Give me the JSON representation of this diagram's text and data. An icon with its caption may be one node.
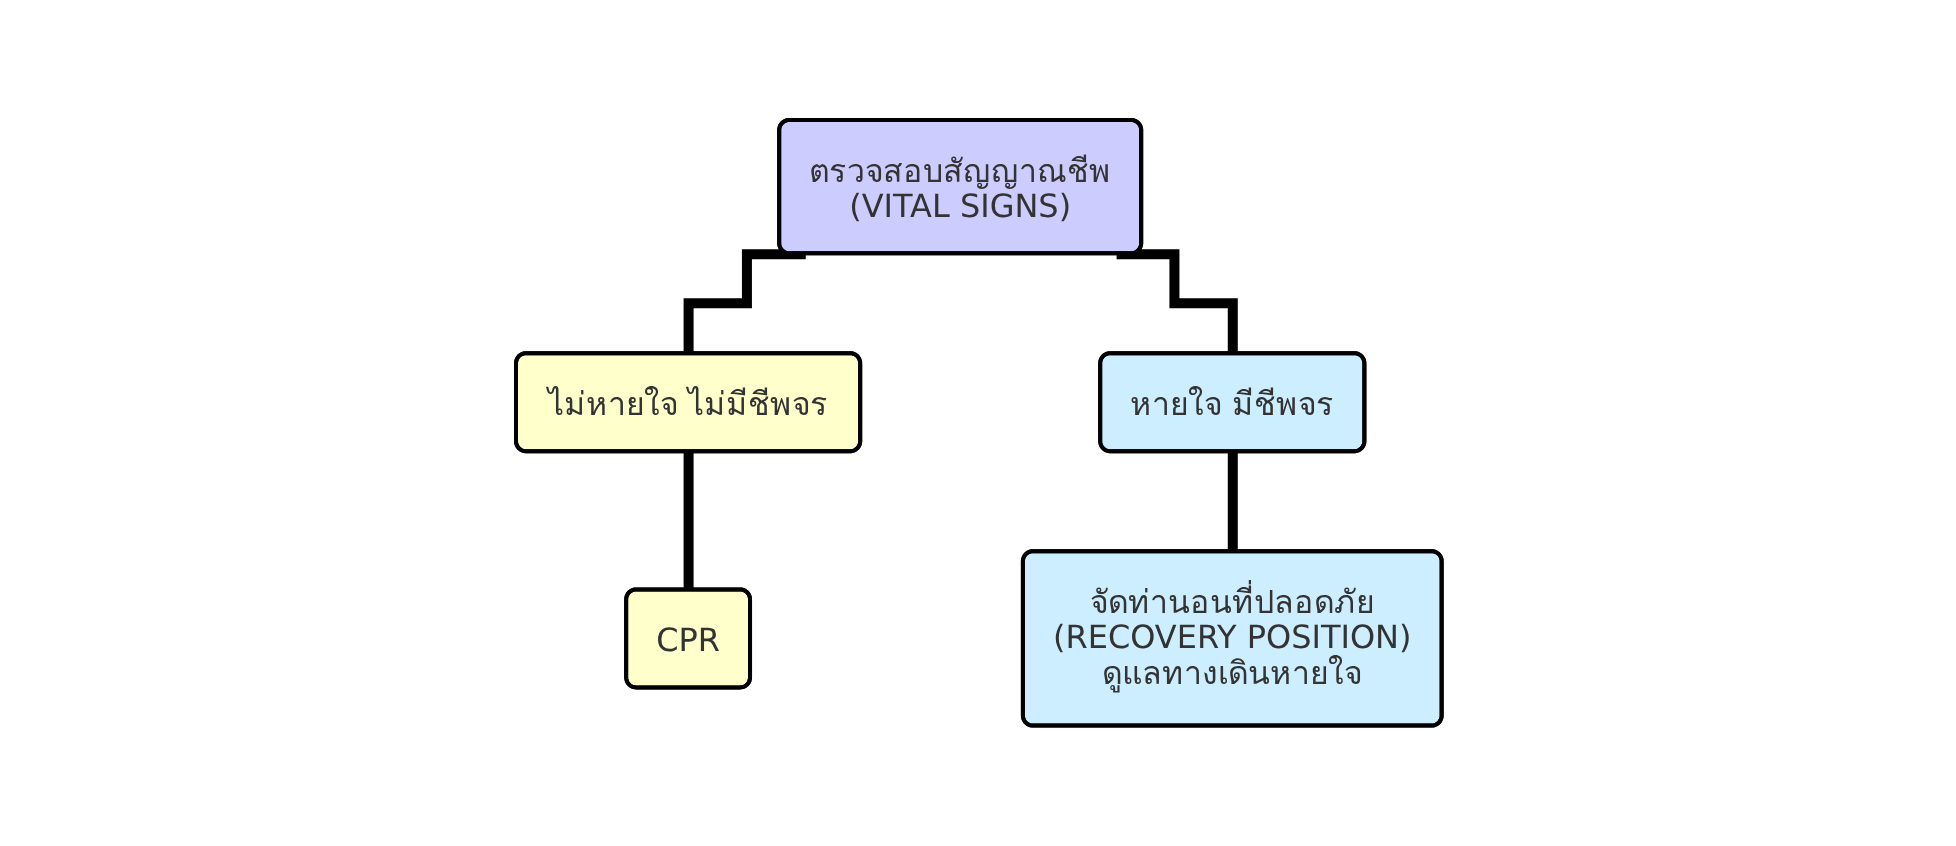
{
  "diagram": {
    "nodes": [
      {
        "text": [
          "ตรวจสอบสัญญาณชีพ",
          "(VITAL SIGNS)"
        ]
      },
      {
        "text": [
          "ไม่หายใจ ไม่มีชีพจร"
        ]
      },
      {
        "text": [
          "CPR"
        ]
      },
      {
        "text": [
          "หายใจ มีชีพจร"
        ]
      },
      {
        "text": [
          "จัดท่านอนที่ปลอดภัย",
          "(RECOVERY POSITION)",
          "ดูแลทางเดินหายใจ"
        ]
      }
    ],
    "edges": [
      {
        "from": 0,
        "to": 1,
        "arrow": "none"
      },
      {
        "from": 1,
        "to": 2,
        "arrow": "none"
      },
      {
        "from": 0,
        "to": 3,
        "arrow": "none"
      },
      {
        "from": 3,
        "to": 4,
        "arrow": "none"
      }
    ]
  }
}
